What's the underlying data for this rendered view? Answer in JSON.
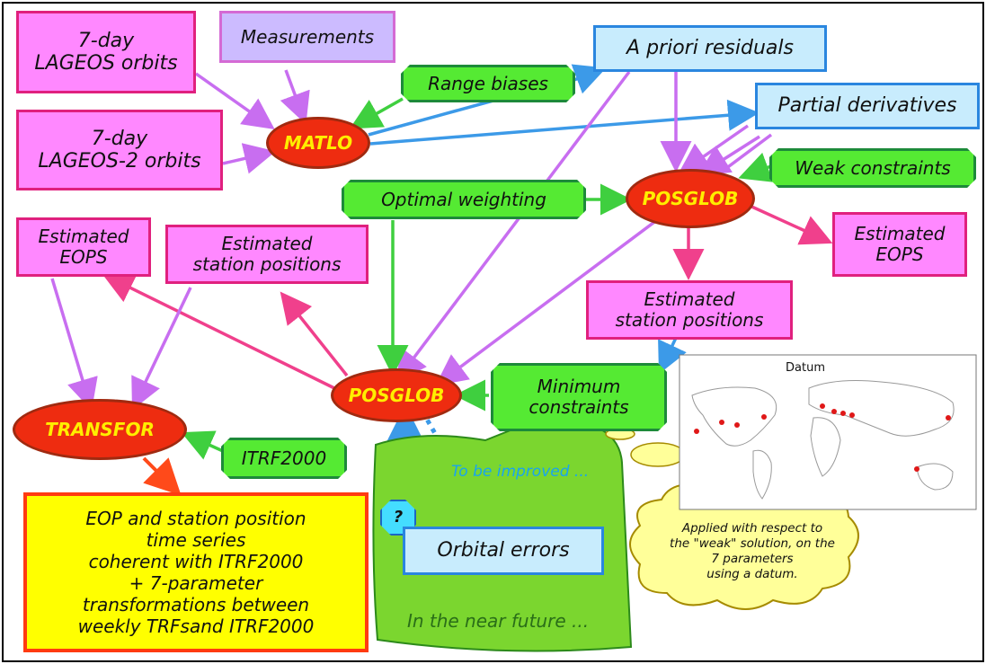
{
  "nodes": {
    "lageos_orbits": "7-day\nLAGEOS orbits",
    "measurements": "Measurements",
    "lageos2_orbits": "7-day\nLAGEOS-2 orbits",
    "matlo": "MATLO",
    "range_biases": "Range biases",
    "a_priori_residuals": "A priori residuals",
    "partial_derivatives": "Partial derivatives",
    "weak_constraints": "Weak constraints",
    "optimal_weighting": "Optimal weighting",
    "posglob_top": "POSGLOB",
    "estimated_eops_right": "Estimated\nEOPS",
    "estimated_eops_left": "Estimated\nEOPS",
    "estimated_station_positions_top": "Estimated\nstation positions",
    "estimated_station_positions_mid": "Estimated\nstation positions",
    "minimum_constraints": "Minimum\nconstraints",
    "posglob_bottom": "POSGLOB",
    "transfor": "TRANSFOR",
    "itrf2000": "ITRF2000",
    "result": "EOP and station position\ntime series\ncoherent with ITRF2000\n+ 7-parameter\ntransformations between\nweekly TRFsand ITRF2000",
    "question_mark": "?",
    "to_be_improved": "To be improved ...",
    "orbital_errors": "Orbital errors",
    "near_future": "In the near future ...",
    "datum_title": "Datum",
    "cloud_note": "Applied with respect to\nthe \"weak\" solution, on the\n7 parameters\nusing a datum."
  },
  "colors": {
    "pink_fill": "#ff88ff",
    "pink_border": "#e0207e",
    "blue_fill": "#c8ecfd",
    "blue_border": "#2a86df",
    "green_fill": "#55ea33",
    "green_border": "#1d8a3a",
    "oval_fill": "#ee2c10",
    "oval_text": "#ffee00",
    "result_fill": "#ffff00",
    "result_border": "#ff3b10",
    "cloud_fill": "#ffff99",
    "arrow_violet": "#c86ef0",
    "arrow_pink": "#f0408c",
    "arrow_green": "#3fcf3f",
    "arrow_blue": "#3c9ae8",
    "arrow_red": "#ff4a1a"
  }
}
